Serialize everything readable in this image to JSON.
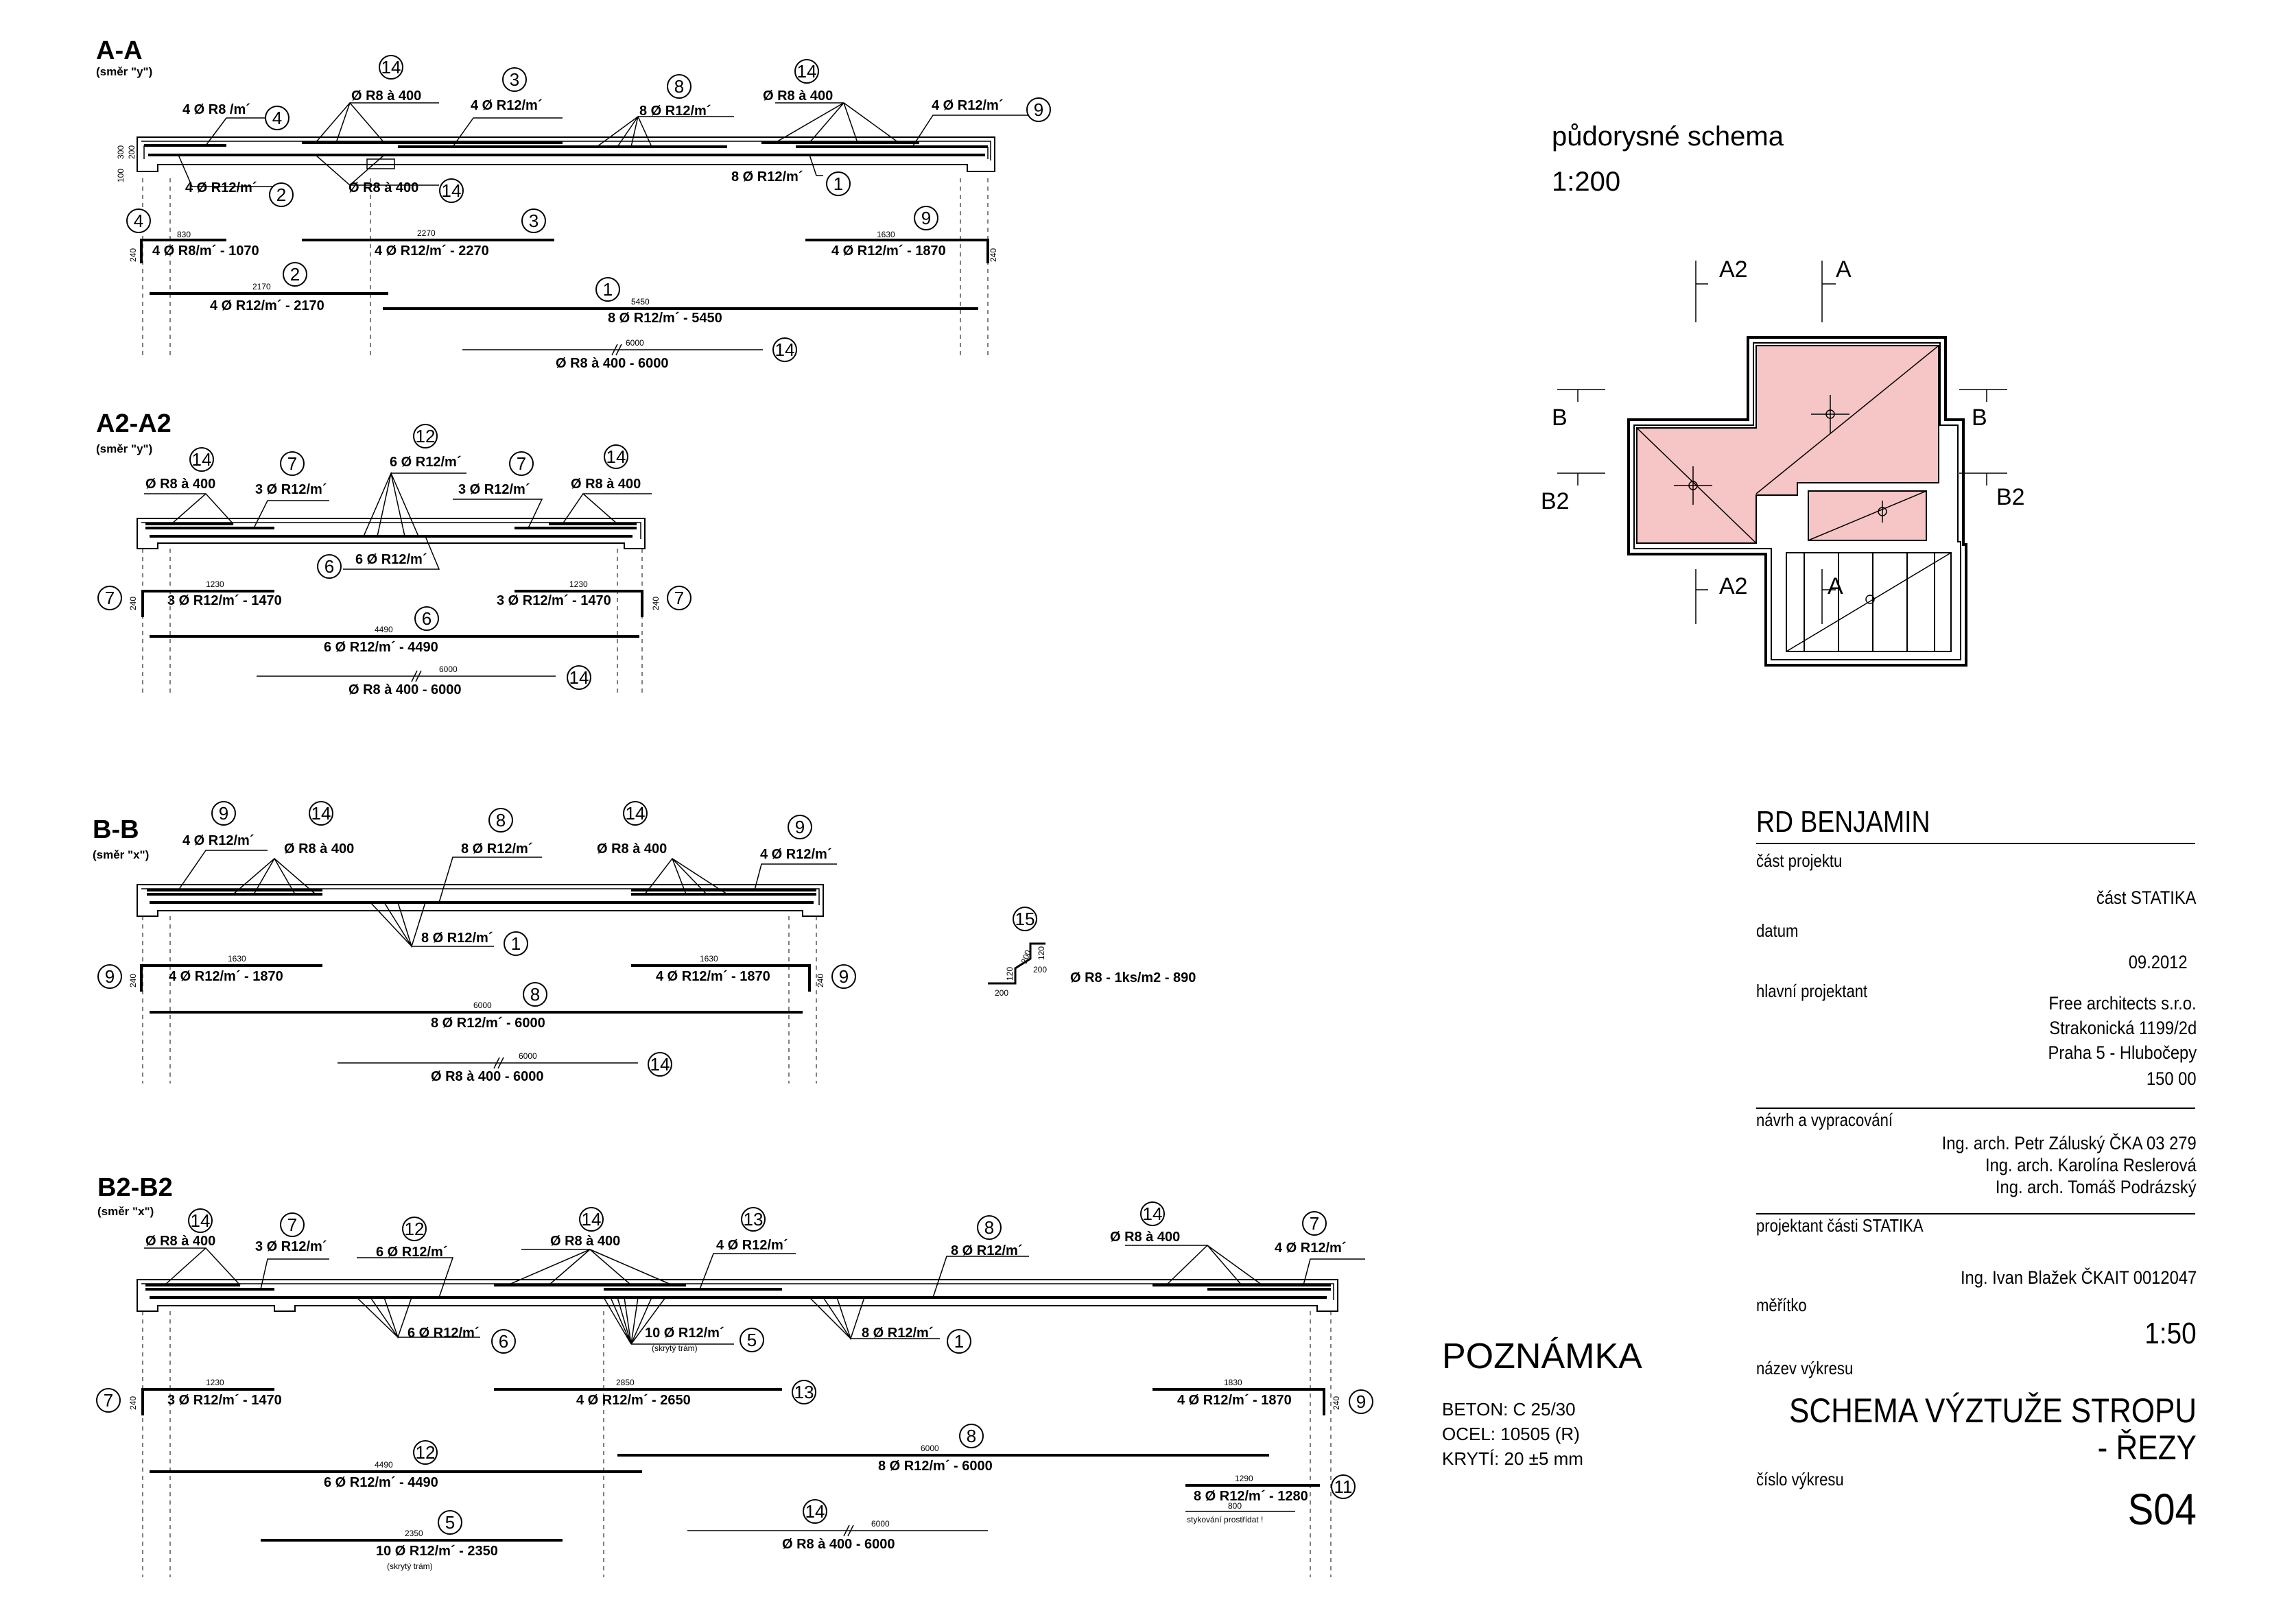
{
  "sections": [
    {
      "key": "aa",
      "title": "A-A",
      "subtitle": "(směr \"y\")"
    },
    {
      "key": "a2",
      "title": "A2-A2",
      "subtitle": "(směr \"y\")"
    },
    {
      "key": "bb",
      "title": "B-B",
      "subtitle": "(směr \"x\")"
    },
    {
      "key": "b2",
      "title": "B2-B2",
      "subtitle": "(směr \"x\")"
    }
  ],
  "labels": {
    "aa": {
      "l1": "4 Ø R8 /m´",
      "l2": "Ø R8 à 400",
      "l3": "4 Ø R12/m´",
      "l4": "8 Ø R12/m´",
      "l5": "Ø R8 à 400",
      "l6": "4 Ø R12/m´",
      "l7": "4 Ø R12/m´",
      "l8": "Ø R8 à 400",
      "l9": "8 Ø R12/m´",
      "d1": "830",
      "b1": "4 Ø R8/m´ - 1070",
      "d2": "2270",
      "b2": "4 Ø R12/m´ - 2270",
      "d3": "1630",
      "b3": "4 Ø R12/m´ - 1870",
      "d4": "2170",
      "b4": "4 Ø R12/m´ - 2170",
      "d5": "5450",
      "b5": "8 Ø R12/m´ - 5450",
      "d6": "6000",
      "b6": "Ø R8 à 400 - 6000",
      "h1": "300",
      "h2": "200",
      "h3": "100",
      "h4": "240"
    },
    "a2": {
      "l1": "Ø R8 à 400",
      "l2": "3 Ø R12/m´",
      "l3": "6 Ø R12/m´",
      "l4": "3 Ø R12/m´",
      "l5": "Ø R8 à 400",
      "l6": "6 Ø R12/m´",
      "d1": "1230",
      "b1": "3 Ø R12/m´ - 1470",
      "d2": "1230",
      "b2": "3 Ø R12/m´ - 1470",
      "d3": "4490",
      "b3": "6 Ø R12/m´ - 4490",
      "d4": "6000",
      "b4": "Ø R8 à 400 - 6000",
      "h4": "240"
    },
    "bb": {
      "l1": "4 Ø R12/m´",
      "l2": "Ø R8 à 400",
      "l3": "8 Ø R12/m´",
      "l4": "Ø R8 à 400",
      "l5": "4 Ø R12/m´",
      "l6": "8 Ø R12/m´",
      "d1": "1630",
      "b1": "4 Ø R12/m´ - 1870",
      "d2": "1630",
      "b2": "4 Ø R12/m´ - 1870",
      "d3": "6000",
      "b3": "8 Ø R12/m´ - 6000",
      "d4": "6000",
      "b4": "Ø R8 à 400 - 6000",
      "h4": "240"
    },
    "b2": {
      "l1": "Ø R8 à 400",
      "l2": "3 Ø R12/m´",
      "l3": "6 Ø R12/m´",
      "l4": "Ø R8 à 400",
      "l5": "4 Ø R12/m´",
      "l6": "8 Ø R12/m´",
      "l7": "Ø R8 à 400",
      "l8": "4 Ø R12/m´",
      "l9": "6 Ø R12/m´",
      "l10": "10 Ø R12/m´",
      "l10s": "(skrytý trám)",
      "l11": "8 Ø R12/m´",
      "d1": "1230",
      "b1": "3 Ø R12/m´ - 1470",
      "d2": "2850",
      "b2": "4 Ø R12/m´ - 2650",
      "d3": "1830",
      "b3": "4 Ø R12/m´ - 1870",
      "d4": "4490",
      "b4": "6 Ø R12/m´ - 4490",
      "d5": "6000",
      "b5": "8 Ø R12/m´ - 6000",
      "d6": "1290",
      "b6": "8 Ø R12/m´ - 1280",
      "b6s": "stykování prostřídat !",
      "d6s": "800",
      "d7": "6000",
      "b7": "Ø R8 à 400 - 6000",
      "d8": "2350",
      "b8": "10 Ø R12/m´ - 2350",
      "b8s": "(skrytý trám)",
      "h4": "240"
    },
    "p15": {
      "text": "Ø R8 - 1ks/m2  - 890",
      "a": "120",
      "b": "200",
      "c": "200",
      "d": "120"
    }
  },
  "plan": {
    "title": "půdorysné schema",
    "scale": "1:200",
    "cuts": [
      "A2",
      "A",
      "B",
      "B",
      "B2",
      "B2",
      "A2",
      "A"
    ]
  },
  "note": {
    "heading": "POZNÁMKA",
    "lines": [
      "BETON: C 25/30",
      "OCEL: 10505 (R)",
      "KRYTÍ: 20  ±5 mm"
    ]
  },
  "title_block": {
    "project": "RD BENJAMIN",
    "part_label": "část projektu",
    "part_value": "část STATIKA",
    "date_label": "datum",
    "date_value": "09.2012",
    "lead_label": "hlavní projektant",
    "lead_lines": [
      "Free architects s.r.o.",
      "Strakonická 1199/2d",
      "Praha 5 - Hlubočepy",
      "150 00"
    ],
    "design_label": "návrh a vypracování",
    "design_lines": [
      "Ing. arch. Petr Záluský ČKA 03 279",
      "Ing. arch. Karolína Reslerová",
      "Ing. arch. Tomáš Podrázský"
    ],
    "statics_label": "projektant části STATIKA",
    "statics_value": "Ing. Ivan Blažek ČKAIT 0012047",
    "scale_label": "měřítko",
    "scale_value": "1:50",
    "name_label": "název výkresu",
    "name_lines": [
      "SCHEMA VÝZTUŽE STROPU",
      "- ŘEZY"
    ],
    "number_label": "číslo výkresu",
    "number_value": "S04"
  },
  "colors": {
    "fill": "#f6c5c5",
    "line": "#000000"
  },
  "markers": {
    "n1": "1",
    "n2": "2",
    "n3": "3",
    "n4": "4",
    "n5": "5",
    "n6": "6",
    "n7": "7",
    "n8": "8",
    "n9": "9",
    "n11": "11",
    "n12": "12",
    "n13": "13",
    "n14": "14",
    "n15": "15"
  }
}
